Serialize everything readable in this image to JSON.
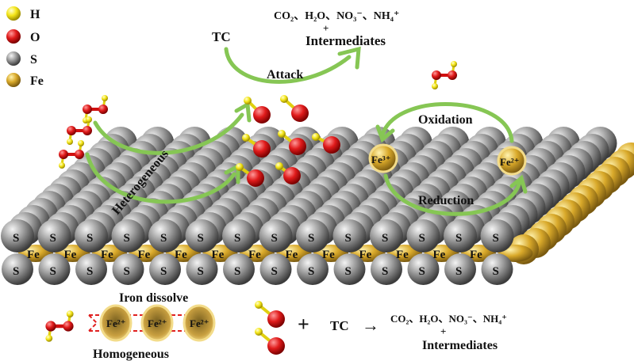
{
  "legend": [
    {
      "label": "H",
      "color": "#f5e61a"
    },
    {
      "label": "O",
      "color": "#e01b1b"
    },
    {
      "label": "S",
      "color": "#9a9a9a"
    },
    {
      "label": "Fe",
      "color": "#d9a92a"
    }
  ],
  "top_reaction": {
    "reactant": "TC",
    "arrow_label": "Attack",
    "products": "CO₂、H₂O、NO₃⁻、NH₄⁺",
    "plus": "+",
    "intermediates": "Intermediates"
  },
  "surface": {
    "heterogeneous_label": "Heterogeneous",
    "oxidation_label": "Oxidation",
    "reduction_label": "Reduction",
    "fe3_label": "Fe³⁺",
    "fe2_label": "Fe²⁺",
    "s_label": "S",
    "fe_label": "Fe"
  },
  "bottom_reaction": {
    "iron_dissolve": "Iron dissolve",
    "homogeneous": "Homogeneous",
    "ions": [
      "Fe²⁺",
      "Fe²⁺",
      "Fe²⁺"
    ],
    "plus": "+",
    "reactant": "TC",
    "arrow": "→",
    "products": "CO₂、H₂O、NO₃⁻、NH₄⁺",
    "plus2": "+",
    "intermediates": "Intermediates"
  },
  "colors": {
    "arrow": "#86c654",
    "sulfur": "#9a9a9a",
    "iron": "#d9a92a",
    "oxygen": "#e01b1b",
    "hydrogen": "#f5e61a"
  }
}
